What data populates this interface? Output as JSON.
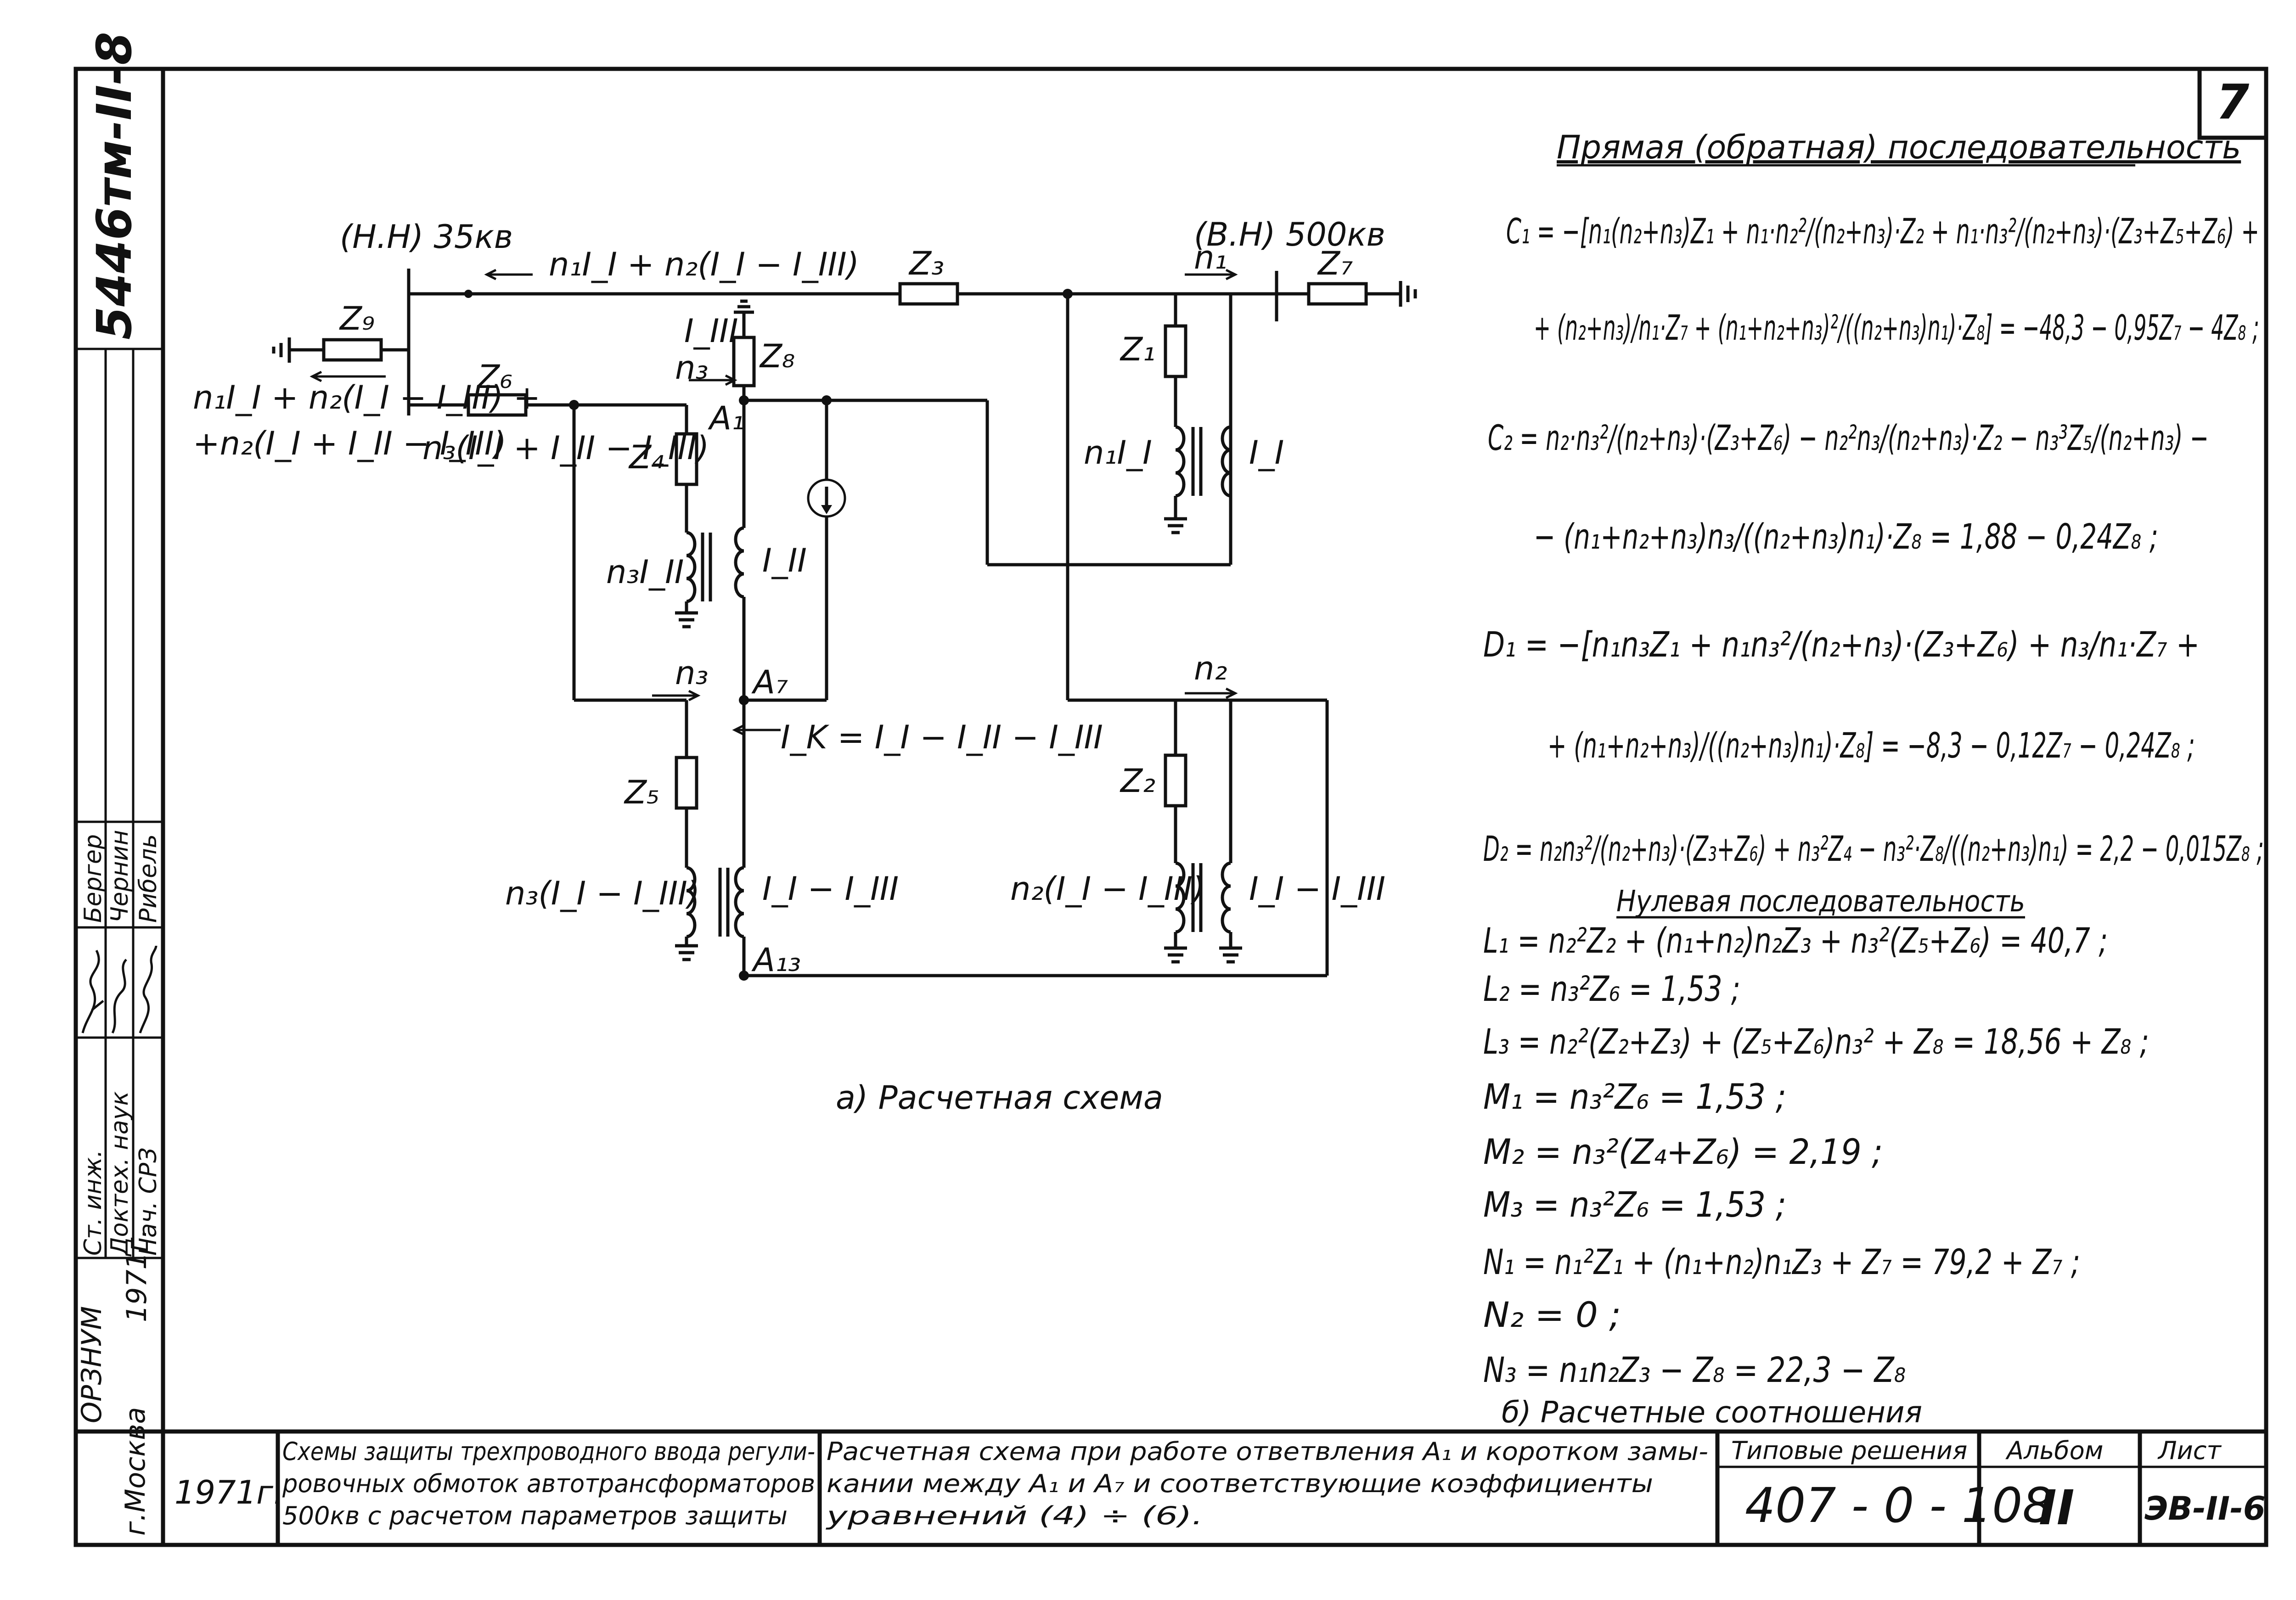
{
  "sheet_number": "7",
  "side_code": "5446тм-II-8",
  "org_vertical": "ОРЗНУМ",
  "year_vertical": "1971г.",
  "city_vertical": "г.Москва",
  "staff": {
    "roles": [
      "Ст. инж.",
      "Доктех. наук",
      "Нач. СРЗ"
    ],
    "names": [
      "Бергер",
      "Чернин",
      "Рибель"
    ]
  },
  "schematic": {
    "label_lv_bus": "(Н.Н) 35кв",
    "label_hv_bus": "(В.Н) 500кв",
    "label_top_current": "n₁I_I + n₂(I_I − I_III)",
    "label_left_current_1": "n₁I_I + n₂(I_I − I_III) +",
    "label_left_current_2": "+n₂(I_I + I_II − I_III)",
    "label_mid_current": "n₃(I_I + I_II − I_III)",
    "label_z1": "Z₁",
    "label_z2": "Z₂",
    "label_z3": "Z₃",
    "label_z4": "Z₄",
    "label_z5": "Z₅",
    "label_z6": "Z₆",
    "label_z7": "Z₇",
    "label_z8": "Z₈",
    "label_z9": "Z₉",
    "label_i3": "I_III",
    "label_n3_top": "n₃",
    "label_n3_mid": "n₃",
    "label_n1": "n₁",
    "label_n2": "n₂",
    "label_a1": "A₁",
    "label_a7": "A₇",
    "label_a13": "A₁₃",
    "label_n3_i2": "n₃I_II",
    "label_i2": "I_II",
    "label_n1_i1": "n₁I_I",
    "label_i1": "I_I",
    "label_ik": "I_K = I_I − I_II − I_III",
    "label_n3_ii3": "n₃(I_I − I_III)",
    "label_ii3": "I_I − I_III",
    "label_n2_ii3": "n₂(I_I − I_III)",
    "label_ii3_r": "I_I − I_III",
    "caption": "а) Расчетная   схема"
  },
  "equations": {
    "heading_direct": "Прямая (обратная) последовательность",
    "heading_zero": "Нулевая последовательность",
    "lines": [
      "C₁ = −[n₁(n₂+n₃)Z₁ + n₁·n₂²/(n₂+n₃)·Z₂ + n₁·n₃²/(n₂+n₃)·(Z₃+Z₅+Z₆) +",
      "+ (n₂+n₃)/n₁·Z₇ + (n₁+n₂+n₃)²/((n₂+n₃)n₁)·Z₈] = −48,3 − 0,95Z₇ − 4Z₈ ;",
      "C₂ = n₂·n₃²/(n₂+n₃)·(Z₃+Z₆) − n₂²n₃/(n₂+n₃)·Z₂ − n₃³Z₅/(n₂+n₃) −",
      "− (n₁+n₂+n₃)n₃/((n₂+n₃)n₁)·Z₈ = 1,88 − 0,24Z₈ ;",
      "D₁ = −[n₁n₃Z₁ + n₁n₃²/(n₂+n₃)·(Z₃+Z₆) + n₃/n₁·Z₇ +",
      "+ (n₁+n₂+n₃)/((n₂+n₃)n₁)·Z₈] = −8,3 − 0,12Z₇ − 0,24Z₈ ;",
      "D₂ = n₂n₃²/(n₂+n₃)·(Z₃+Z₆) + n₃²Z₄ − n₃²·Z₈/((n₂+n₃)n₁) = 2,2 − 0,015Z₈ ;",
      "L₁ = n₂²Z₂ + (n₁+n₂)n₂Z₃ + n₃²(Z₅+Z₆) = 40,7 ;",
      "L₂ = n₃²Z₆ = 1,53 ;",
      "L₃ = n₂²(Z₂+Z₃) + (Z₅+Z₆)n₃² + Z₈ = 18,56 + Z₈ ;",
      "M₁ = n₃²Z₆ = 1,53 ;",
      "M₂ = n₃²(Z₄+Z₆) = 2,19 ;",
      "M₃ = n₃²Z₆ = 1,53 ;",
      "N₁ = n₁²Z₁ + (n₁+n₂)n₁Z₃ + Z₇ = 79,2 + Z₇ ;",
      "N₂ = 0 ;",
      "N₃ = n₁n₂Z₃ − Z₈ = 22,3 − Z₈"
    ],
    "caption": "б) Расчетные соотношения"
  },
  "title_block": {
    "year": "1971г.",
    "project_title": [
      "Схемы защиты трехпроводного ввода регули-",
      "ровочных обмоток автотрансформаторов",
      "500кв с расчетом параметров защиты"
    ],
    "sheet_description": [
      "Расчетная схема при работе ответвления A₁ и коротком замы-",
      "кании между A₁ и A₇ и соответствующие  коэффициенты",
      "уравнений  (4) ÷ (6)."
    ],
    "typical_solutions_label": "Типовые решения",
    "typical_solutions_number": "407 - 0 - 108",
    "album_label": "Альбом",
    "album_value": "II",
    "sheet_label": "Лист",
    "sheet_value": "ЭВ-II-6"
  }
}
